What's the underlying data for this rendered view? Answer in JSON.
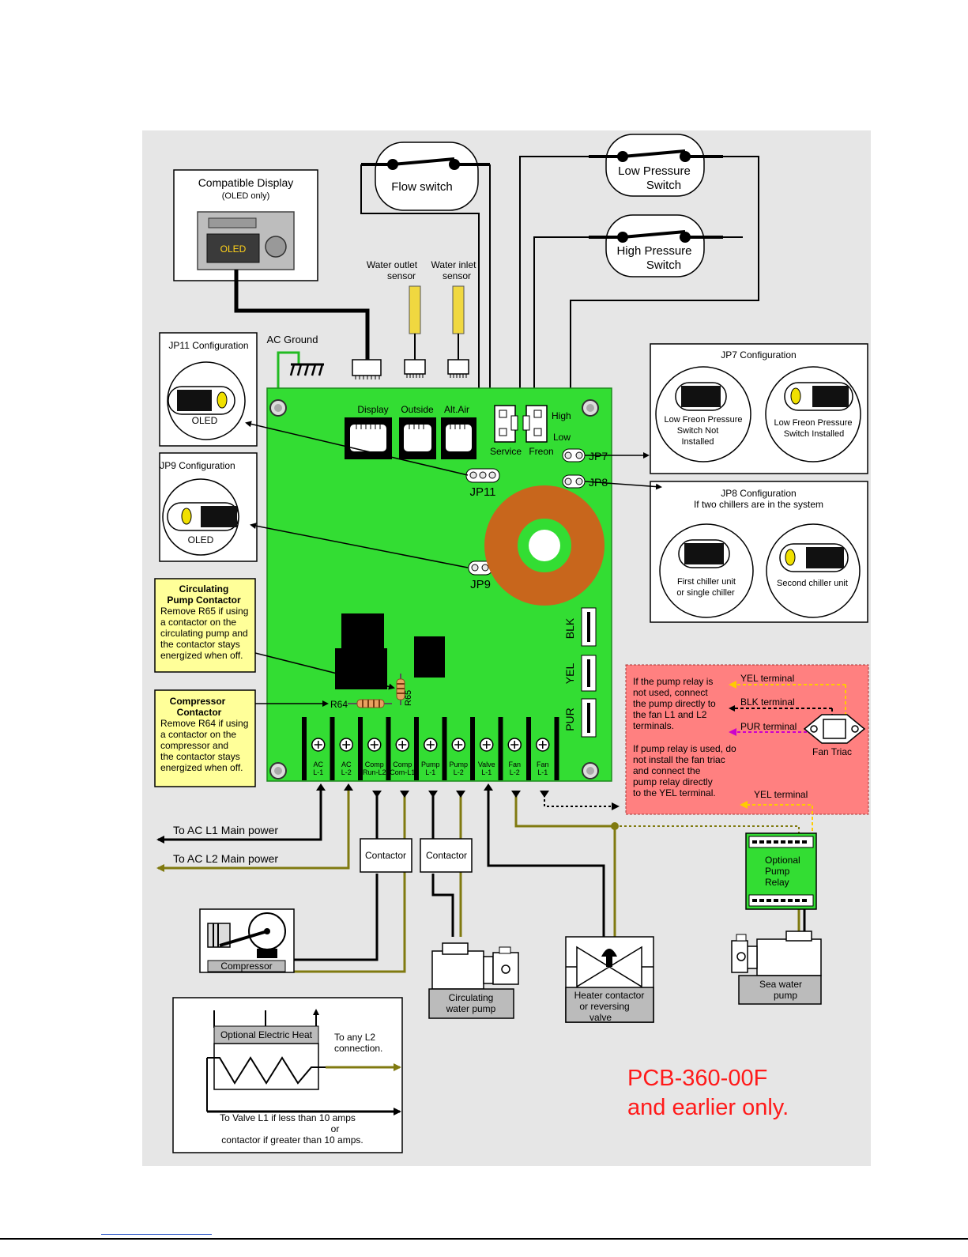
{
  "colors": {
    "background_panel": "#e6e6e6",
    "pcb_green": "#33dd33",
    "note_yellow": "#ffff99",
    "note_red_panel": "#ff8080",
    "wire_olive": "#807a10",
    "wire_black": "#000000",
    "toroid": "#c8661c",
    "title_red": "#ff1a1a",
    "yel_arrow": "#ffcc00",
    "pur_arrow": "#cc00cc",
    "sensor_yellow": "#f0d840"
  },
  "display": {
    "title": "Compatible Display",
    "subtitle": "(OLED only)",
    "screen": "OLED"
  },
  "switches": {
    "flow": "Flow switch",
    "low_pressure": [
      "Low Pressure",
      "Switch"
    ],
    "high_pressure": [
      "High Pressure",
      "Switch"
    ]
  },
  "sensors": {
    "water_outlet": [
      "Water outlet",
      "sensor"
    ],
    "water_inlet": [
      "Water inlet",
      "sensor"
    ]
  },
  "ac_ground": "AC Ground",
  "jp11_config": {
    "title": "JP11 Configuration",
    "caption": "OLED"
  },
  "jp9_config": {
    "title": "JP9 Configuration",
    "caption": "OLED"
  },
  "jp7_config": {
    "title": "JP7 Configuration",
    "left": [
      "Low Freon Pressure",
      "Switch Not",
      "Installed"
    ],
    "right": [
      "Low Freon Pressure",
      "Switch Installed"
    ]
  },
  "jp8_config": {
    "title": "JP8 Configuration",
    "subtitle": "If two chillers are in the system",
    "left": [
      "First chiller unit",
      "or single chiller"
    ],
    "right": [
      "Second chiller unit"
    ]
  },
  "pcb": {
    "connectors": [
      "Display",
      "Outside",
      "Alt.Air"
    ],
    "service": "Service",
    "freon": "Freon",
    "high": "High",
    "low": "Low",
    "jp7": "JP7",
    "jp8": "JP8",
    "jp11": "JP11",
    "jp9": "JP9",
    "blk": "BLK",
    "yel": "YEL",
    "pur": "PUR",
    "r64": "R64",
    "r65": "R65",
    "terminals": [
      [
        "AC",
        "L-1"
      ],
      [
        "AC",
        "L-2"
      ],
      [
        "Comp",
        "Run-L2"
      ],
      [
        "Comp",
        "Com-L1"
      ],
      [
        "Pump",
        "L-1"
      ],
      [
        "Pump",
        "L-2"
      ],
      [
        "Valve",
        "L-1"
      ],
      [
        "Fan",
        "L-2"
      ],
      [
        "Fan",
        "L-1"
      ]
    ]
  },
  "notes": {
    "circ_pump": {
      "heading": [
        "Circulating",
        "Pump Contactor"
      ],
      "body": [
        "Remove R65 if using",
        "a contactor on the",
        "circulating pump and",
        "the contactor stays",
        "energized when off."
      ]
    },
    "compressor": {
      "heading": [
        "Compressor",
        "Contactor"
      ],
      "body": [
        "Remove R64 if using",
        "a contactor on the",
        "compressor and",
        "the contactor stays",
        "energized when off."
      ]
    }
  },
  "red_panel": {
    "text1": [
      "If the pump relay is",
      "not used, connect",
      "the pump directly to",
      "the fan L1 and L2",
      "terminals."
    ],
    "text2": [
      "If pump relay is used, do",
      "not install the fan triac",
      "and connect the",
      "pump relay directly",
      "to the YEL terminal."
    ],
    "yel_terminal": "YEL terminal",
    "blk_terminal": "BLK terminal",
    "pur_terminal": "PUR terminal",
    "fan_triac": "Fan Triac",
    "yel_terminal_2": "YEL terminal"
  },
  "power": {
    "l1": "To AC L1 Main power",
    "l2": "To AC L2 Main power"
  },
  "contactor": "Contactor",
  "components": {
    "compressor": "Compressor",
    "circ_pump": [
      "Circulating",
      "water pump"
    ],
    "heater_valve": [
      "Heater contactor",
      "or reversing",
      "valve"
    ],
    "pump_relay": [
      "Optional",
      "Pump",
      "Relay"
    ],
    "sea_pump": [
      "Sea water",
      "pump"
    ]
  },
  "heat_box": {
    "title": "Optional Electric Heat",
    "to_l2": [
      "To any L2",
      "connection."
    ],
    "to_valve": [
      "To Valve L1 if less than 10 amps",
      "or",
      "contactor if greater than 10 amps."
    ]
  },
  "footer": [
    "PCB-360-00F",
    "and earlier only."
  ]
}
